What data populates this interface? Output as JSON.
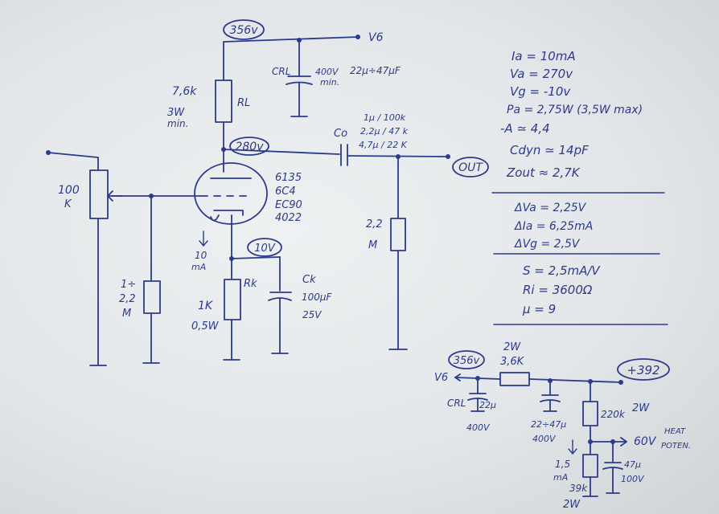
{
  "labels": {
    "b_356_top": "356v",
    "v6_top": "V6",
    "crl_top": "CRL",
    "crl_top_v": "400V",
    "crl_top_c": "22µ÷47µF",
    "crl_top_min": "min.",
    "ra_val": "7,6k",
    "ra_name": "RL",
    "ra_w1": "3W",
    "ra_w2": "min.",
    "b_280": "280v",
    "co_name": "Co",
    "co_opt1": "1µ / 100k",
    "co_opt2": "2,2µ / 47 k",
    "co_opt3": "4,7µ / 22 K",
    "out": "OUT",
    "tube1": "6135",
    "tube2": "6C4",
    "tube3": "EC90",
    "tube4": "4022",
    "pot_1": "100",
    "pot_2": "K",
    "rg_1": "1÷",
    "rg_2": "2,2",
    "rg_3": "M",
    "rl_1": "2,2",
    "rl_2": "M",
    "cur_1": "10",
    "cur_2": "mA",
    "b_10v": "10V",
    "rk_name": "Rk",
    "rk_val": "1K",
    "rk_w": "0,5W",
    "ck_name": "Ck",
    "ck_val": "100µF",
    "ck_v": "25V"
  },
  "params": {
    "ia": "Ia = 10mA",
    "va": "Va = 270v",
    "vg": "Vg = -10v",
    "pa": "Pa = 2,75W (3,5W max)",
    "a": "-A ≃ 4,4",
    "cdyn": "Cdyn ≃ 14pF",
    "zout": "Zout ≈ 2,7K",
    "dva": "ΔVa = 2,25V",
    "dia": "ΔIa = 6,25mA",
    "dvg": "ΔVg = 2,5V",
    "s": "S = 2,5mA/V",
    "ri": "Ri = 3600Ω",
    "mu": "µ = 9"
  },
  "psu": {
    "b_356": "356v",
    "v6": "V6",
    "r1_w": "2W",
    "r1_val": "3,6K",
    "b_392": "+392",
    "crl": "CRL",
    "c1_val": "22µ",
    "c1_v": "400V",
    "c2_val": "22÷47µ",
    "c2_v": "400V",
    "r2": "220k",
    "r2_w": "2W",
    "out_v": "60V",
    "heat1": "HEAT",
    "heat2": "POTEN.",
    "cur_1": "1,5",
    "cur_2": "mA",
    "r3": "39k",
    "r3_w": "2W",
    "c3_val": "47µ",
    "c3_v": "100V"
  }
}
